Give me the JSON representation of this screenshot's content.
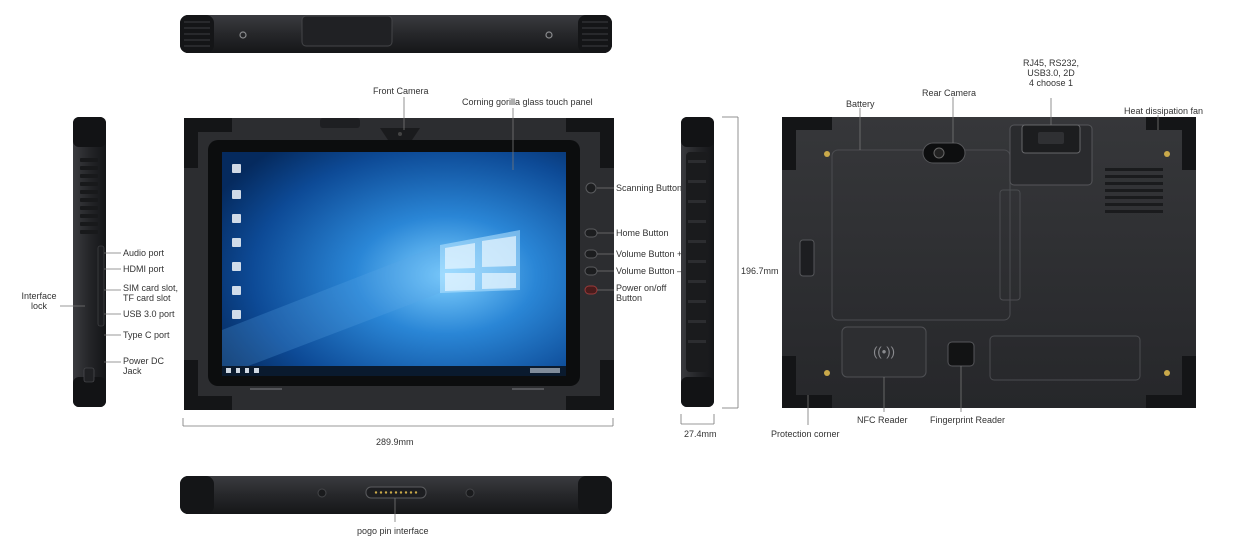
{
  "front_labels": {
    "front_camera": "Front Camera",
    "glass_panel": "Corning gorilla glass touch panel"
  },
  "side_buttons": {
    "scanning": "Scanning Button",
    "home": "Home Button",
    "volume_up": "Volume Button +",
    "volume_down": "Volume Button –",
    "power": "Power on/off\nButton"
  },
  "left_ports": {
    "audio": "Audio port",
    "hdmi": "HDMI port",
    "sim_tf": "SIM card slot,\nTF card slot",
    "usb30": "USB 3.0 port",
    "typec": "Type C port",
    "power_dc": "Power DC\nJack",
    "interface_lock": "Interface\nlock"
  },
  "back_labels": {
    "battery": "Battery",
    "rear_camera": "Rear Camera",
    "module": "RJ45, RS232,\nUSB3.0, 2D\n4 choose 1",
    "fan": "Heat dissipation fan",
    "protection": "Protection corner",
    "nfc": "NFC Reader",
    "fingerprint": "Fingerprint Reader",
    "nfc_symbol": "((•))"
  },
  "dimensions": {
    "width": "289.9mm",
    "height": "196.7mm",
    "thickness": "27.4mm"
  },
  "bottom_labels": {
    "pogo": "pogo pin interface"
  },
  "colors": {
    "body": "#2a2b2e",
    "rubber": "#17181a",
    "screen_blue": "#1c68b8",
    "label": "#333333",
    "line": "#777777"
  }
}
